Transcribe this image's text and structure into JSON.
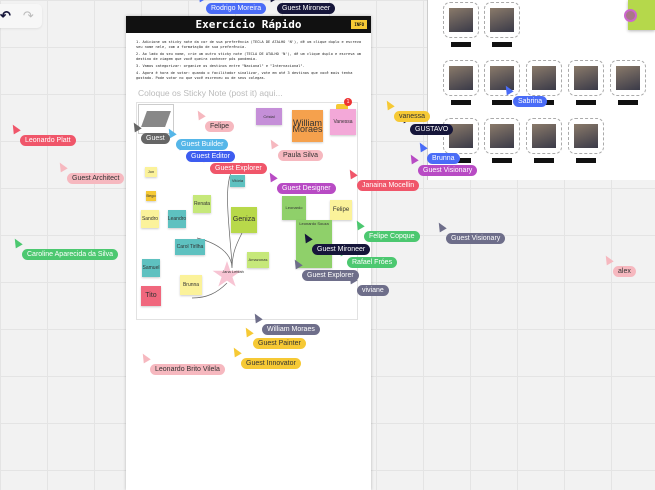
{
  "toolbar": {
    "undo_icon": "undo-icon",
    "redo_icon": "redo-icon",
    "undo": "↶",
    "redo": "↷"
  },
  "frame": {
    "title": "Exercício Rápido",
    "badge": "INFO",
    "instructions": [
      "1. Adicione um sticky note da cor de sua preferência (TECLA DE ATALHO 'N'), dê um clique duplo e escreva seu nome nele, com a formatação de sua preferência.",
      "2. Ao lado do seu nome, crie um outro sticky note (TECLA DE ATALHO 'N'), dê um clique duplo e escreva um destino de viagem que você queira conhecer pós pandemia.",
      "3. Vamos categorizar: organize os destinos entre \"Nacional\" e \"Internacional\".",
      "4. Agora é hora de votar: quando o facilitador sinalizar, vote em até 3 destinos que você mais tenha gostado. Pode votar no que você escreveu ou de seus colegas."
    ],
    "placeholder": "Coloque os Sticky Note (post it) aqui...",
    "notification_count": "1"
  },
  "stickies": [
    {
      "text": "William Moraes",
      "color": "#f5a14d"
    },
    {
      "text": "Vanessa",
      "color": "#f3a8d8"
    },
    {
      "text": "Cristal",
      "color": "#c58fd8"
    },
    {
      "text": "Renata",
      "color": "#c6e87a"
    },
    {
      "text": "Geniza",
      "color": "#b8d94a"
    },
    {
      "text": "Sandro",
      "color": "#fbf29a"
    },
    {
      "text": "Leandro",
      "color": "#5ec1c0"
    },
    {
      "text": "Carol Tirllha",
      "color": "#5ec1c0"
    },
    {
      "text": "Samuel",
      "color": "#5ec1c0"
    },
    {
      "text": "Tito",
      "color": "#f0677d"
    },
    {
      "text": "Brunna",
      "color": "#fbf29a"
    },
    {
      "text": "Leonardo",
      "color": "#8fd06a"
    },
    {
      "text": "Felipe",
      "color": "#fbf29a"
    },
    {
      "text": "Jana Lettiah",
      "color": "#f7c4d3"
    },
    {
      "text": "Amazonas",
      "color": "#c6e87a"
    },
    {
      "text": "Vitória",
      "color": "#5ec1c0"
    },
    {
      "text": "Leonardo Souza",
      "color": "#8fd06a"
    },
    {
      "text": "Jon",
      "color": "#fbf29a"
    },
    {
      "text": "Bego",
      "color": "#f6c935"
    }
  ],
  "cursors": [
    {
      "name": "Rodrigo Moreira",
      "color": "#4a6cf7"
    },
    {
      "name": "Guest Mironeer",
      "color": "#16163a"
    },
    {
      "name": "Leonardo Platt",
      "color": "#f0566a"
    },
    {
      "name": "Guest Architect",
      "color": "#f6b8bf"
    },
    {
      "name": "Caroline Aparecida da Silva",
      "color": "#4cc870"
    },
    {
      "name": "Guest",
      "color": "#666"
    },
    {
      "name": "Felipe",
      "color": "#f6b8bf"
    },
    {
      "name": "Guest Builder",
      "color": "#55b6e8"
    },
    {
      "name": "Guest Editor",
      "color": "#3d5cf0"
    },
    {
      "name": "Guest Explorer",
      "color": "#f0566a"
    },
    {
      "name": "Paula Silva",
      "color": "#f6b8bf"
    },
    {
      "name": "Guest Designer",
      "color": "#b84bc4"
    },
    {
      "name": "Janaina Mocellin",
      "color": "#f0566a"
    },
    {
      "name": "vanessa",
      "color": "#f6c935"
    },
    {
      "name": "GUSTAVO",
      "color": "#16163a"
    },
    {
      "name": "Sabrina",
      "color": "#4a6cf7"
    },
    {
      "name": "Brunna",
      "color": "#4a6cf7"
    },
    {
      "name": "Guest Visionary",
      "color": "#b84bc4"
    },
    {
      "name": "Guest Mironeer",
      "color": "#16163a"
    },
    {
      "name": "Felipe Copque",
      "color": "#4cc870"
    },
    {
      "name": "Rafael Fróes",
      "color": "#4cc870"
    },
    {
      "name": "Guest Explorer",
      "color": "#6e6e8a"
    },
    {
      "name": "viviane",
      "color": "#6e6e8a"
    },
    {
      "name": "Guest Visionary",
      "color": "#6e6e8a"
    },
    {
      "name": "alex",
      "color": "#f6b8bf"
    },
    {
      "name": "William Moraes",
      "color": "#6e6e8a"
    },
    {
      "name": "Guest Painter",
      "color": "#f6c935"
    },
    {
      "name": "Guest Innovator",
      "color": "#f6c935"
    },
    {
      "name": "Leonardo Brito Vilela",
      "color": "#f6b8bf"
    }
  ]
}
